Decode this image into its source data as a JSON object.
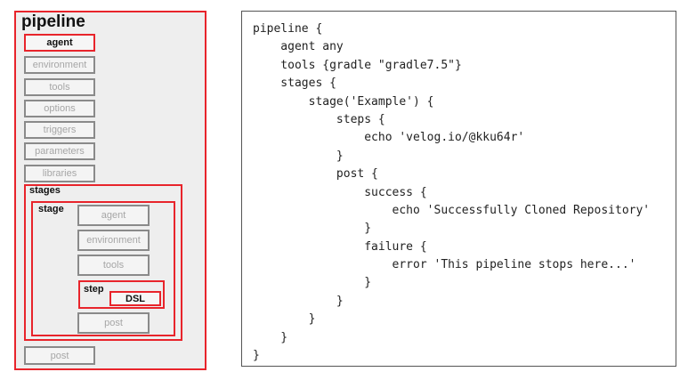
{
  "diagram": {
    "title": "pipeline",
    "top_blocks": [
      "agent",
      "environment",
      "tools",
      "options",
      "triggers",
      "parameters",
      "libraries"
    ],
    "stages_label": "stages",
    "stage_label": "stage",
    "stage_blocks": [
      "agent",
      "environment",
      "tools"
    ],
    "step_label": "step",
    "dsl_label": "DSL",
    "stage_post": "post",
    "pipeline_post": "post"
  },
  "code_lines": [
    "pipeline {",
    "    agent any",
    "    tools {gradle \"gradle7.5\"}",
    "    stages {",
    "        stage('Example') {",
    "            steps {",
    "                echo 'velog.io/@kku64r'",
    "            }",
    "            post {",
    "                success {",
    "                    echo 'Successfully Cloned Repository'",
    "                }",
    "                failure {",
    "                    error 'This pipeline stops here...'",
    "                }",
    "            }",
    "        }",
    "    }",
    "}"
  ],
  "colors": {
    "highlight": "#e8242b",
    "block_border": "#8a8a8a",
    "block_text": "#a6a6a6"
  }
}
